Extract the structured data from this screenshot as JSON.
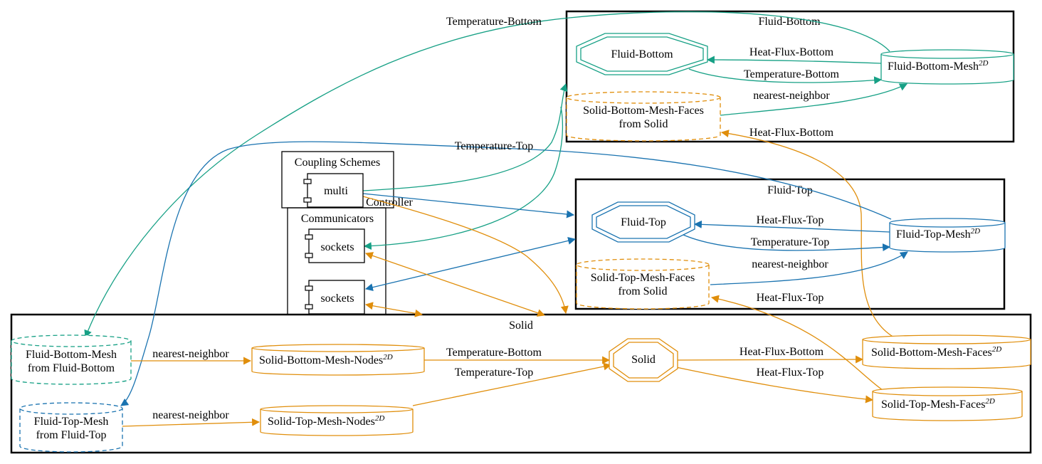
{
  "colors": {
    "green": "#16a085",
    "blue": "#1a73b0",
    "orange": "#e08e0b",
    "black": "#000000"
  },
  "clusters": {
    "fluid_bottom": "Fluid-Bottom",
    "fluid_top": "Fluid-Top",
    "solid": "Solid",
    "coupling_schemes": "Coupling Schemes",
    "controller": "Controller",
    "communicators": "Communicators"
  },
  "nodes": {
    "fluid_bottom": "Fluid-Bottom",
    "fluid_bottom_mesh": "Fluid-Bottom-Mesh",
    "solid_bottom_faces_from_solid_l1": "Solid-Bottom-Mesh-Faces",
    "solid_bottom_faces_from_solid_l2": "from Solid",
    "fluid_top": "Fluid-Top",
    "fluid_top_mesh": "Fluid-Top-Mesh",
    "solid_top_faces_from_solid_l1": "Solid-Top-Mesh-Faces",
    "solid_top_faces_from_solid_l2": "from Solid",
    "multi": "multi",
    "sockets_1": "sockets",
    "sockets_2": "sockets",
    "fb_mesh_from_fb_l1": "Fluid-Bottom-Mesh",
    "fb_mesh_from_fb_l2": "from Fluid-Bottom",
    "ft_mesh_from_ft_l1": "Fluid-Top-Mesh",
    "ft_mesh_from_ft_l2": "from Fluid-Top",
    "solid_bottom_nodes": "Solid-Bottom-Mesh-Nodes",
    "solid_top_nodes": "Solid-Top-Mesh-Nodes",
    "solid": "Solid",
    "solid_bottom_faces": "Solid-Bottom-Mesh-Faces",
    "solid_top_faces": "Solid-Top-Mesh-Faces",
    "dim_sup": "2D"
  },
  "edges": {
    "temp_bottom_long": "Temperature-Bottom",
    "heat_flux_bottom_fb": "Heat-Flux-Bottom",
    "temp_bottom_fb": "Temperature-Bottom",
    "nn_fb": "nearest-neighbor",
    "heat_flux_bottom_xfer": "Heat-Flux-Bottom",
    "temp_top_long": "Temperature-Top",
    "heat_flux_top_ft": "Heat-Flux-Top",
    "temp_top_ft": "Temperature-Top",
    "nn_ft": "nearest-neighbor",
    "heat_flux_top_xfer": "Heat-Flux-Top",
    "nn_solid_bottom": "nearest-neighbor",
    "temp_bottom_solid": "Temperature-Bottom",
    "temp_top_solid": "Temperature-Top",
    "nn_solid_top": "nearest-neighbor",
    "heat_flux_bottom_solid": "Heat-Flux-Bottom",
    "heat_flux_top_solid": "Heat-Flux-Top"
  }
}
